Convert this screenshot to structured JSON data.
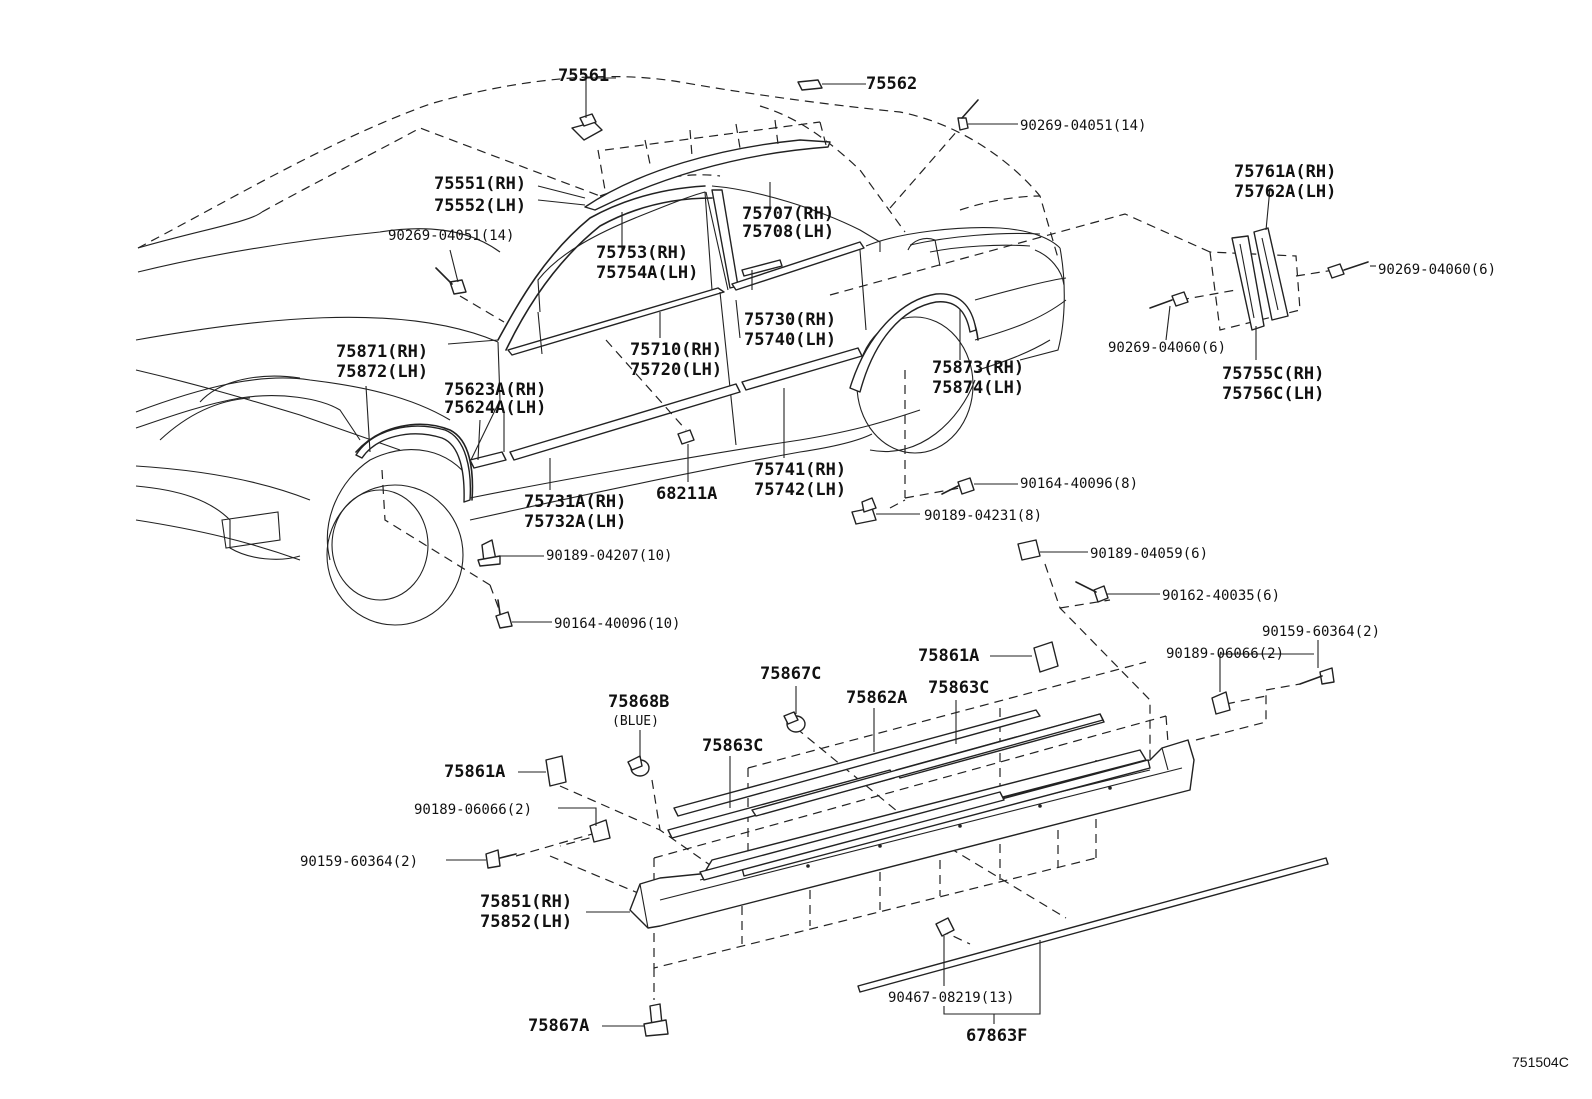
{
  "diagram_code": "751504C",
  "parts": {
    "p75561": "75561",
    "p75562": "75562",
    "p9026904051_top": "90269-04051(14)",
    "p75551": "75551(RH)",
    "p75552": "75552(LH)",
    "p9026904051_left": "90269-04051(14)",
    "p75707": "75707(RH)",
    "p75708": "75708(LH)",
    "p75753": "75753(RH)",
    "p75754a": "75754A(LH)",
    "p75730": "75730(RH)",
    "p75740": "75740(LH)",
    "p75710": "75710(RH)",
    "p75720": "75720(LH)",
    "p75871": "75871(RH)",
    "p75872": "75872(LH)",
    "p75623a": "75623A(RH)",
    "p75624a": "75624A(LH)",
    "p75873": "75873(RH)",
    "p75874": "75874(LH)",
    "p75741": "75741(RH)",
    "p75742": "75742(LH)",
    "p68211a": "68211A",
    "p75731a": "75731A(RH)",
    "p75732a": "75732A(LH)",
    "p75761a": "75761A(RH)",
    "p75762a": "75762A(LH)",
    "p9026904060_right": "90269-04060(6)",
    "p9026904060_left": "90269-04060(6)",
    "p75755c": "75755C(RH)",
    "p75756c": "75756C(LH)",
    "p9016440096_8": "90164-40096(8)",
    "p9018904231": "90189-04231(8)",
    "p9018904207": "90189-04207(10)",
    "p9016440096_10": "90164-40096(10)",
    "p9018904059": "90189-04059(6)",
    "p9016240035": "90162-40035(6)",
    "p9015960364_right": "90159-60364(2)",
    "p9018906066_right": "90189-06066(2)",
    "p75861a_top": "75861A",
    "p75867c": "75867C",
    "p75862a": "75862A",
    "p75863c_top": "75863C",
    "p75868b": "75868B",
    "p75868b_note": "(BLUE)",
    "p75863c_left": "75863C",
    "p75861a_left": "75861A",
    "p9018906066_left": "90189-06066(2)",
    "p9015960364_left": "90159-60364(2)",
    "p75851": "75851(RH)",
    "p75852": "75852(LH)",
    "p75867a": "75867A",
    "p9046708219": "90467-08219(13)",
    "p67863f": "67863F"
  }
}
